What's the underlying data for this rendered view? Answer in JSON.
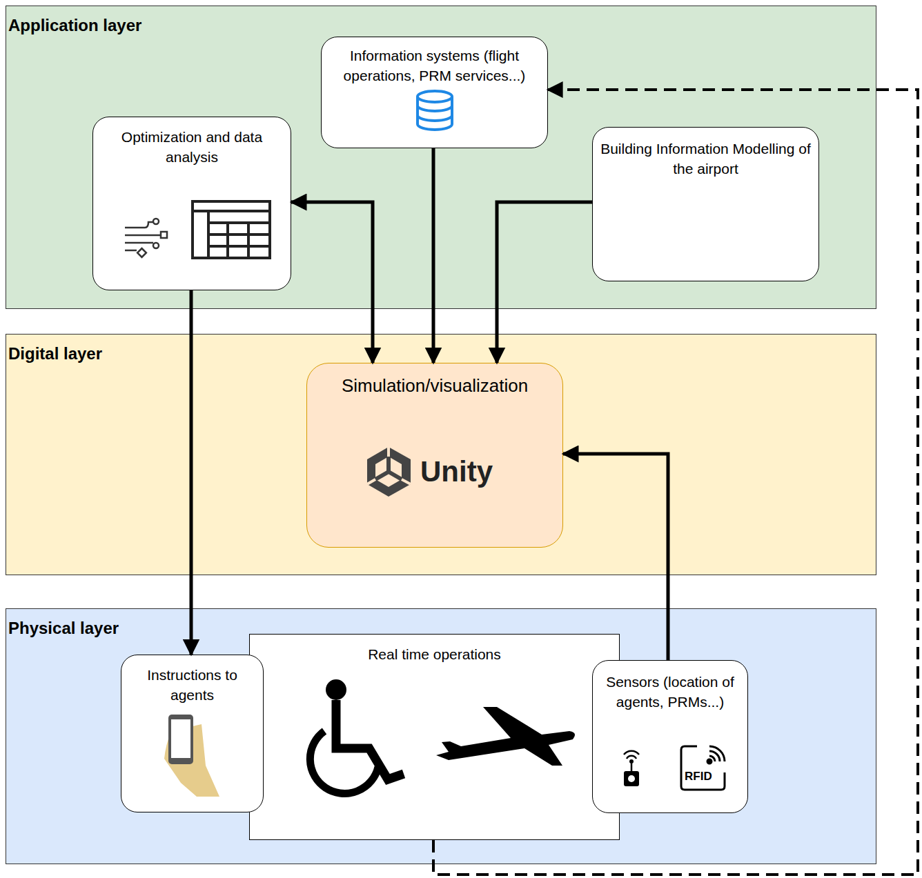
{
  "diagram": {
    "nodes": [
      {
        "text": [
          "Application layer"
        ]
      },
      {
        "text": [
          "Optimization and data analysis"
        ],
        "in": 0
      },
      {
        "text": [
          "Information systems (flight operations, PRM services...)"
        ],
        "in": 0
      },
      {
        "text": [
          "Building Information Modelling of the airport"
        ],
        "in": 0
      },
      {
        "text": [
          "Digital layer"
        ]
      },
      {
        "text": [
          "Simulation/visualization",
          "Unity"
        ],
        "in": 4
      },
      {
        "text": [
          "Physical layer"
        ]
      },
      {
        "text": [
          "Real time operations"
        ],
        "in": 6
      },
      {
        "text": [
          "Instructions to agents"
        ],
        "in": 6
      },
      {
        "text": [
          "Sensors (location of agents, PRMs...)"
        ],
        "in": 6
      }
    ],
    "edges": [
      {
        "from": 1,
        "to": 5,
        "arrow": "both"
      },
      {
        "from": 2,
        "to": 5,
        "arrow": "to"
      },
      {
        "from": 3,
        "to": 5,
        "arrow": "to"
      },
      {
        "from": 1,
        "to": 8,
        "arrow": "to"
      },
      {
        "from": 9,
        "to": 5,
        "arrow": "to"
      },
      {
        "from": 7,
        "to": 2,
        "arrow": "to"
      }
    ],
    "labels": [
      "RFID"
    ]
  }
}
